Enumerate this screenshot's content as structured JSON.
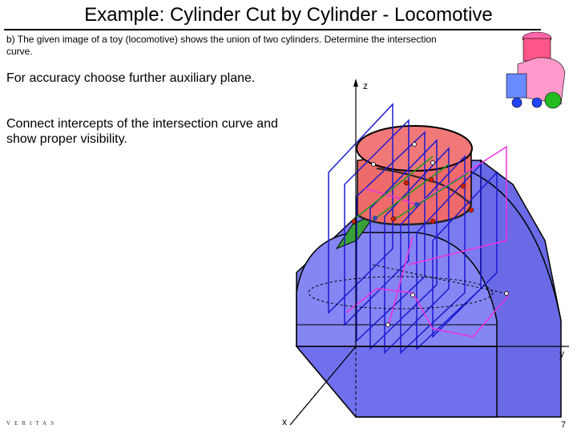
{
  "title": "Example: Cylinder Cut by Cylinder - Locomotive",
  "subtitle": "b) The given image of a toy (locomotive) shows the union of two cylinders. Determine the intersection curve.",
  "instruction_1": "For accuracy choose further auxiliary plane.",
  "instruction_2": "Connect intercepts of the intersection curve and show proper visibility.",
  "axes": {
    "x": "x",
    "y": "y",
    "z": "z"
  },
  "logo": "VERITAS",
  "page_number": "7",
  "colors": {
    "large_cylinder": "#7b7bf0",
    "small_cylinder": "#ef6a6a",
    "auxiliary_planes": "#1a1ad0",
    "pink_construction": "#ee33dd",
    "green_construction": "#1a9a1a",
    "intersection_points": "#cc2200"
  }
}
